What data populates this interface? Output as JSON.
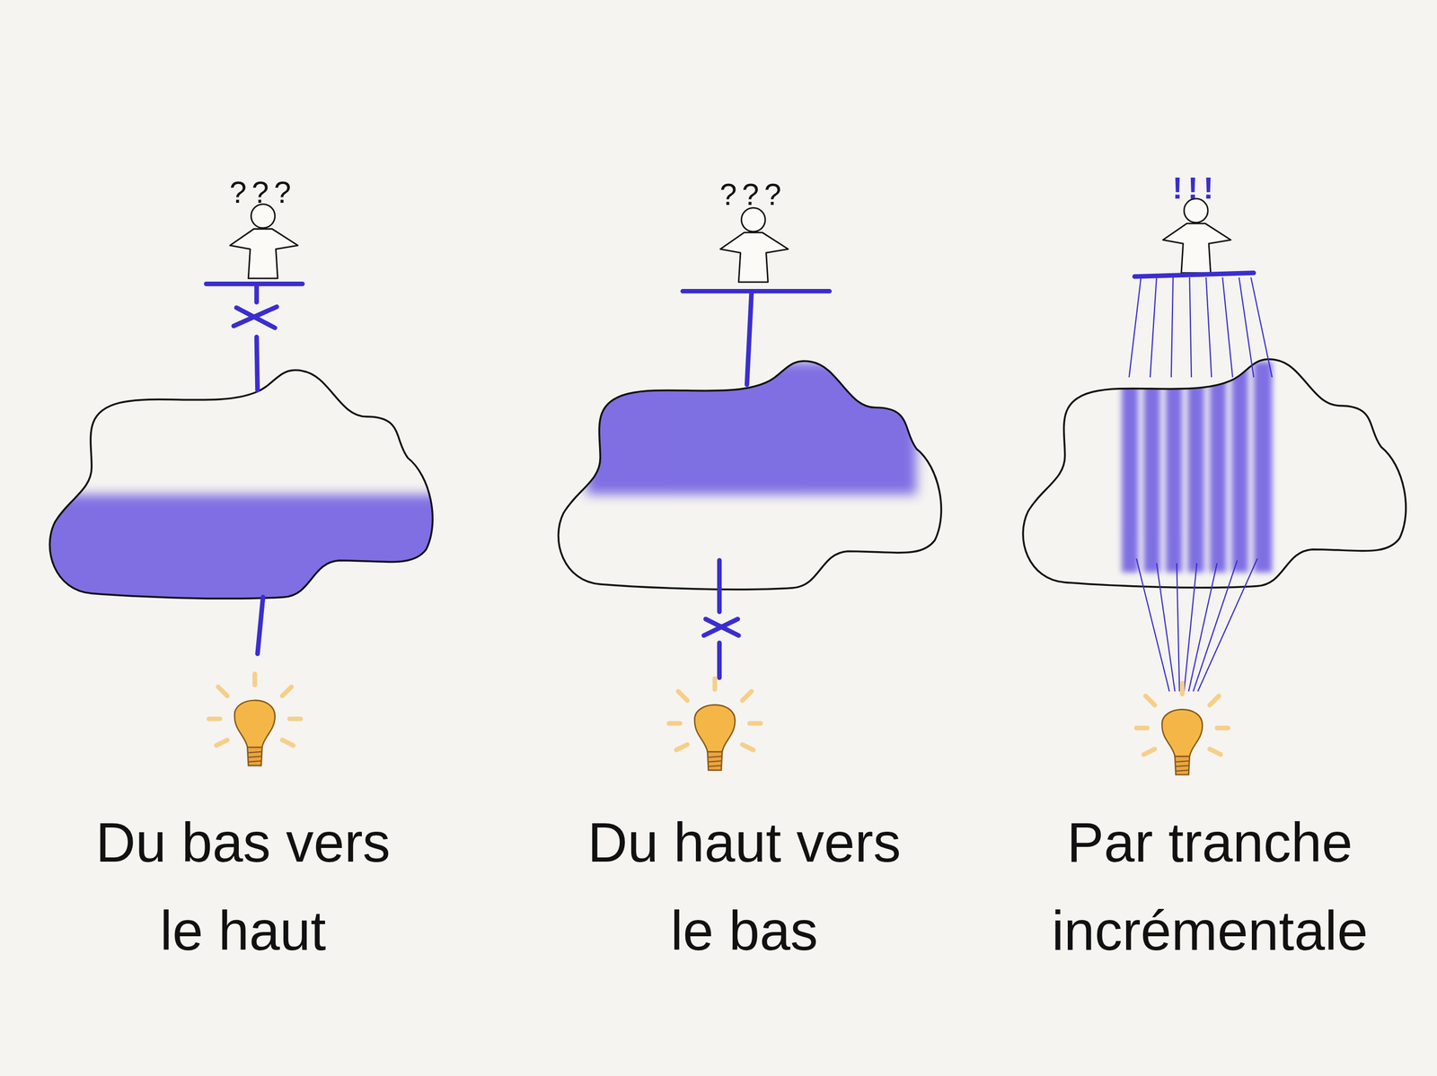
{
  "diagram": {
    "labels": [
      "???",
      "???",
      "!!!",
      "Du bas vers le haut",
      "Du haut vers le bas",
      "Par tranche incrémentale"
    ]
  }
}
